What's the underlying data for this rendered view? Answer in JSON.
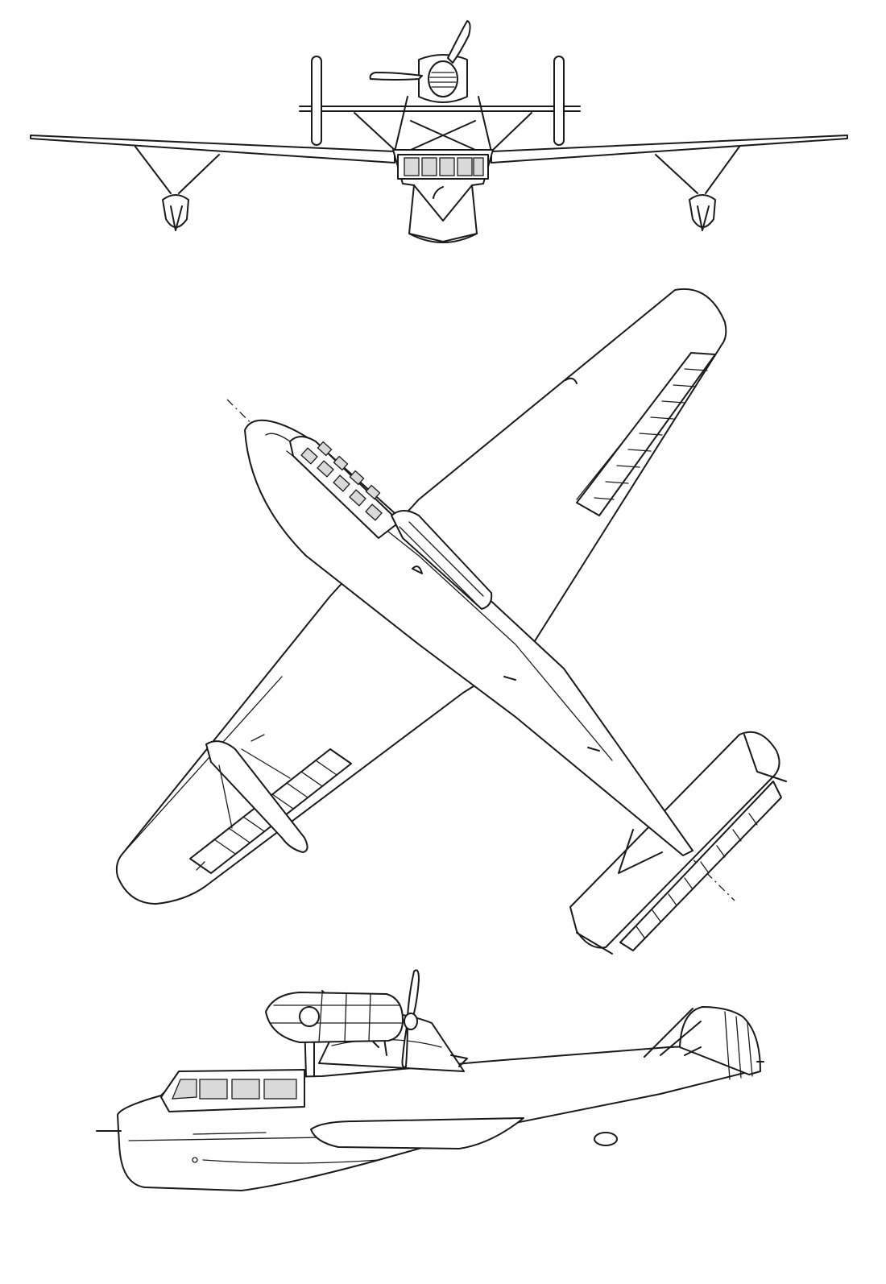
{
  "drawing": {
    "views": [
      {
        "id": "front",
        "icon": "front-view-icon"
      },
      {
        "id": "top",
        "icon": "top-view-icon"
      },
      {
        "id": "side",
        "icon": "side-view-icon"
      }
    ],
    "colors": {
      "ink": "#1a1a1a",
      "paper": "#ffffff",
      "glass": "#d9d9d9"
    }
  }
}
